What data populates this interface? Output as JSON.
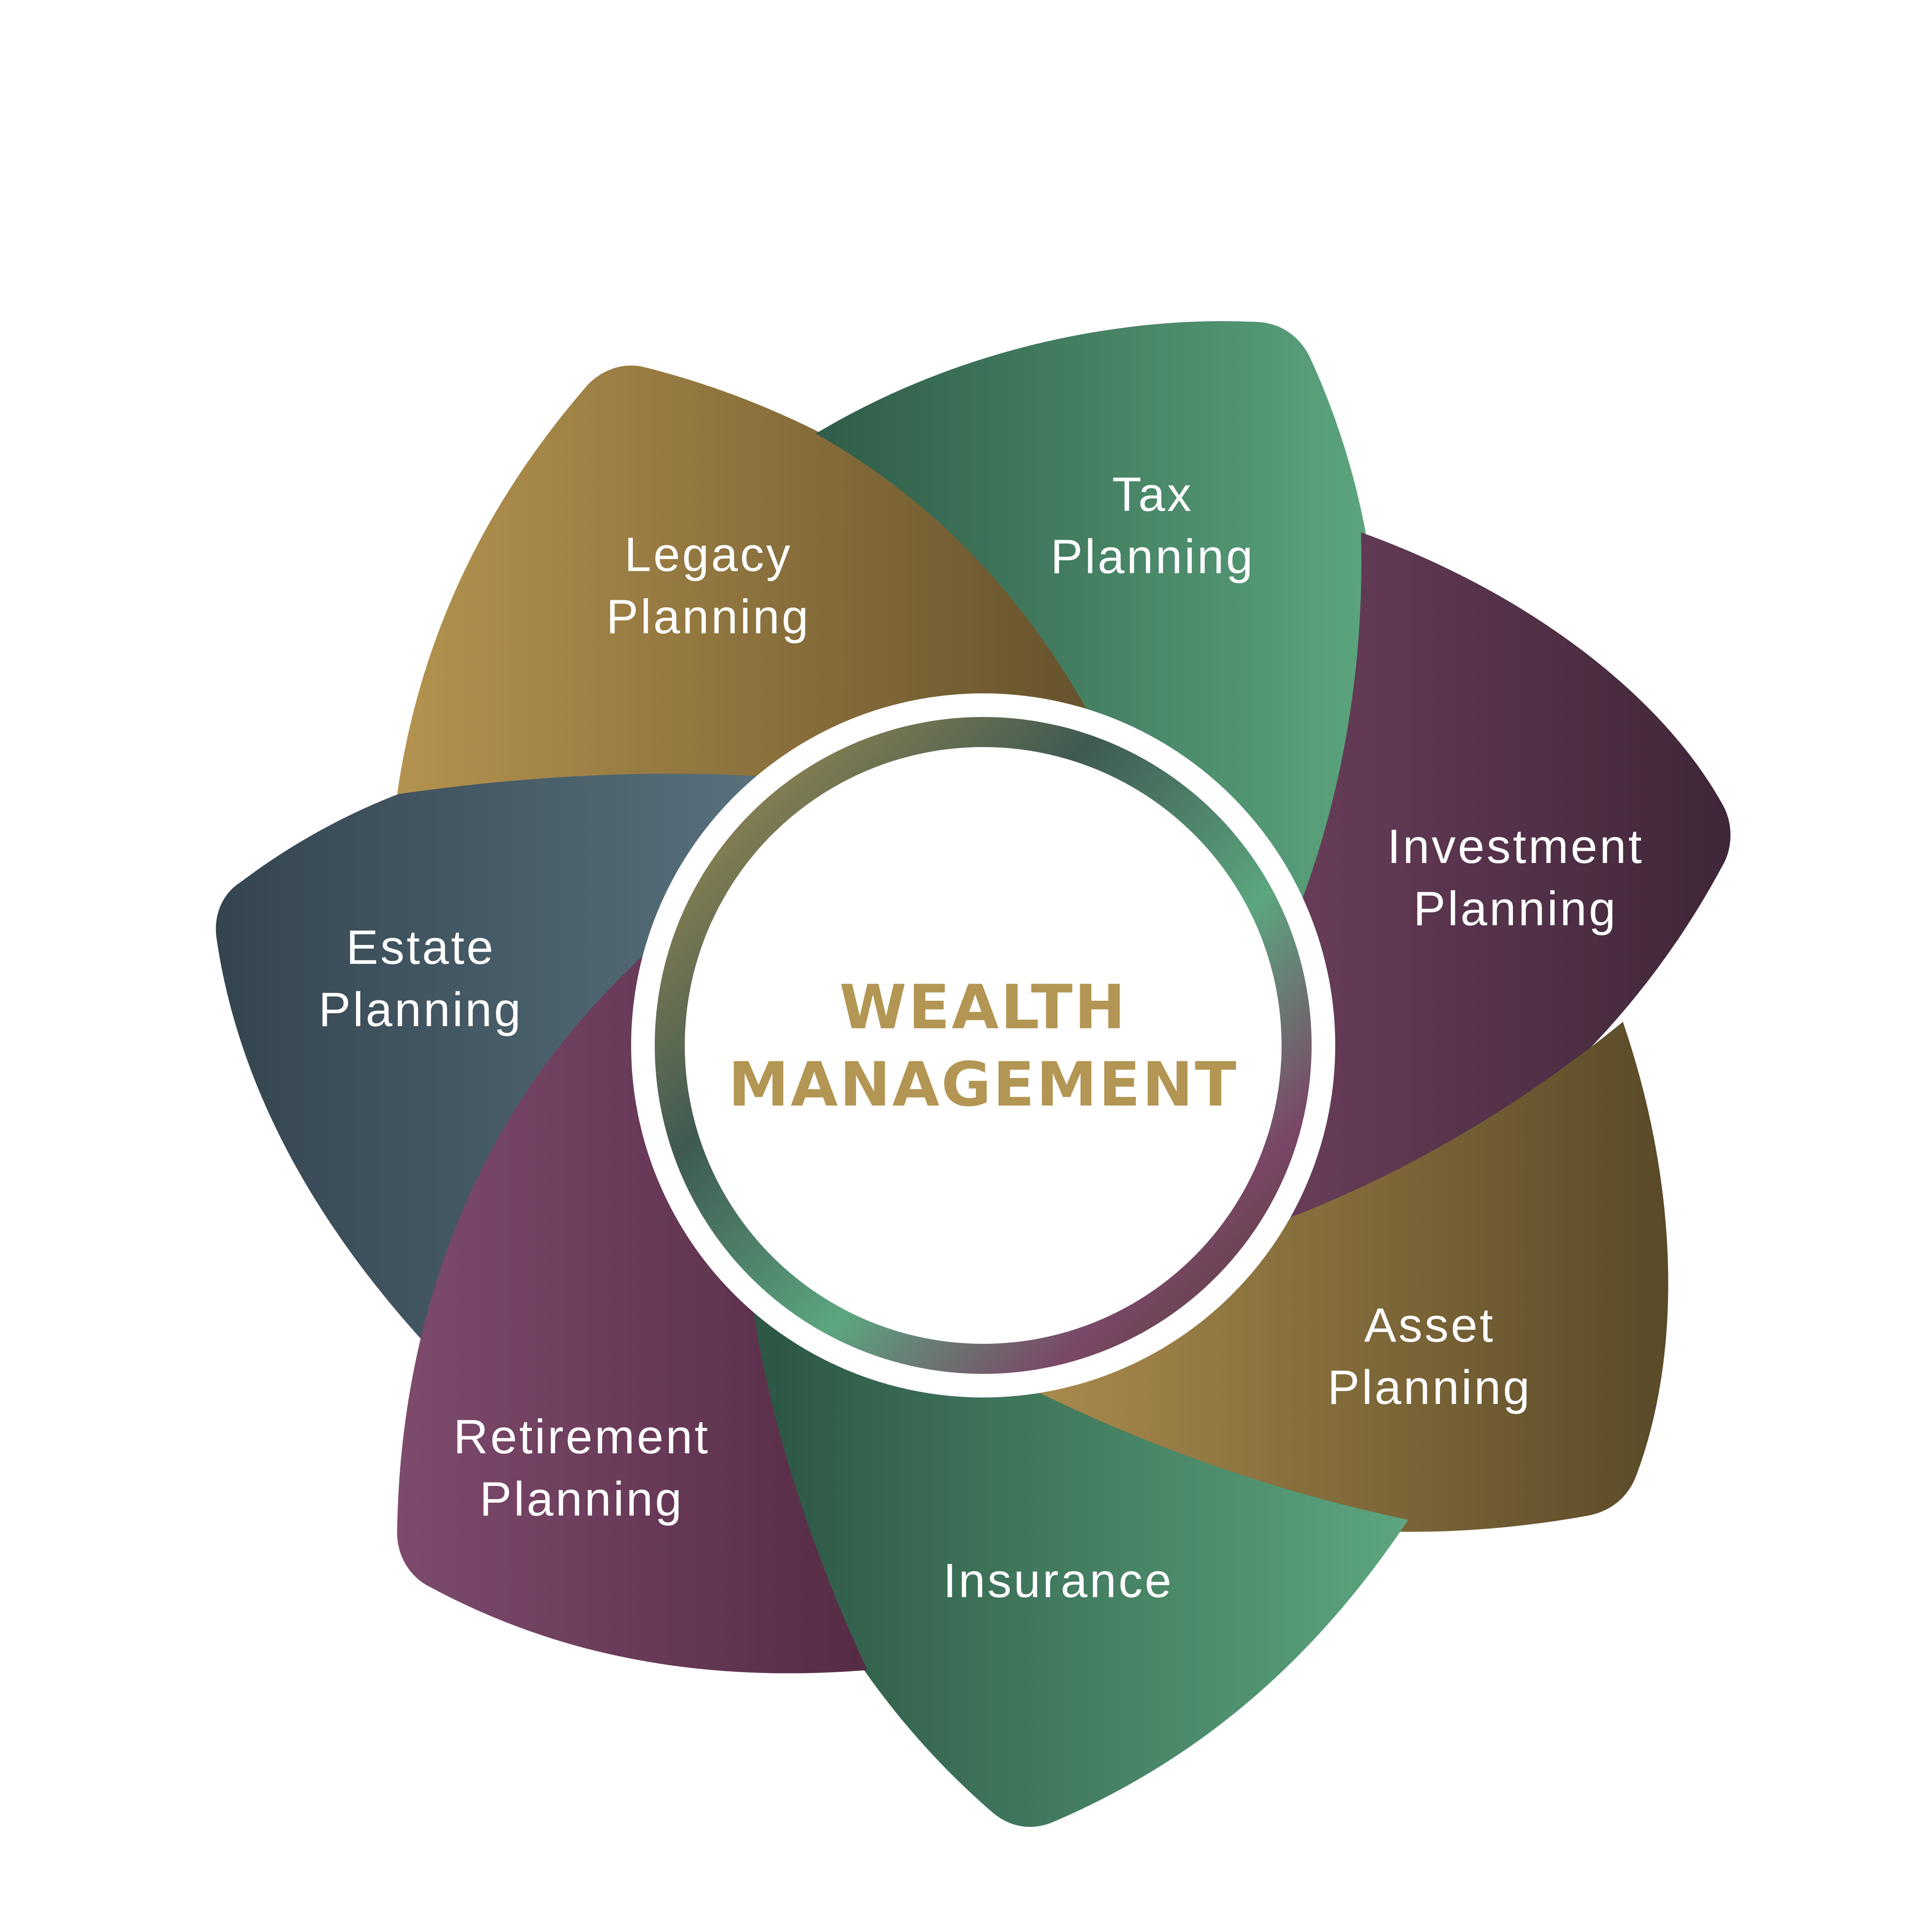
{
  "center": {
    "line1": "WEALTH",
    "line2": "MANAGEMENT",
    "text_color": "#B39653"
  },
  "petals": [
    {
      "id": "tax",
      "line1": "Tax",
      "line2": "Planning",
      "color_light": "#5CA67F",
      "color_dark": "#2F5C48"
    },
    {
      "id": "investment",
      "line1": "Investment",
      "line2": "Planning",
      "color_light": "#7A4767",
      "color_dark": "#3F2638"
    },
    {
      "id": "asset",
      "line1": "Asset",
      "line2": "Planning",
      "color_light": "#B79653",
      "color_dark": "#5A4A28"
    },
    {
      "id": "insurance",
      "line1": "Insurance",
      "line2": "",
      "color_light": "#5CA67F",
      "color_dark": "#2B5342"
    },
    {
      "id": "retirement",
      "line1": "Retirement",
      "line2": "Planning",
      "color_light": "#7E4B6D",
      "color_dark": "#552B44"
    },
    {
      "id": "estate",
      "line1": "Estate",
      "line2": "Planning",
      "color_light": "#6A8893",
      "color_dark": "#34444F"
    },
    {
      "id": "legacy",
      "line1": "Legacy",
      "line2": "Planning",
      "color_light": "#B4934F",
      "color_dark": "#5C4A28"
    }
  ]
}
